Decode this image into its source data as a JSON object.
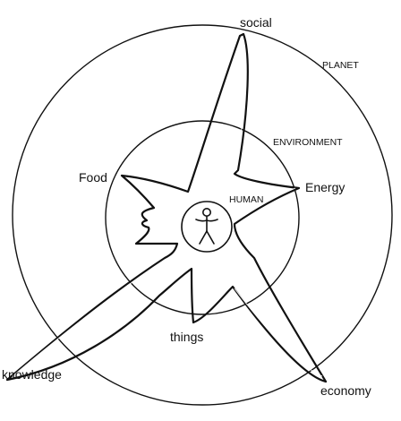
{
  "diagram": {
    "rings": {
      "outer_label": "PLANET",
      "middle_label": "ENVIRONMENT",
      "inner_label": "HUMAN"
    },
    "spikes": {
      "social": "social",
      "energy": "Energy",
      "food": "Food",
      "things": "things",
      "knowledge": "knowledge",
      "economy": "economy"
    },
    "icons": {
      "center_figure": "human-figure-icon"
    }
  }
}
